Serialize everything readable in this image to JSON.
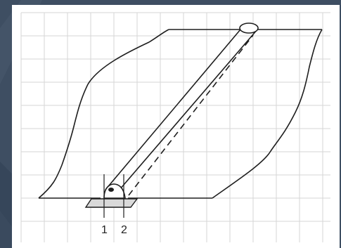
{
  "colors": {
    "slide_background": "#3e4e62",
    "slide_dark_stripe": "#36465a",
    "figure_background": "#ffffff",
    "grid_line": "#d6d6d6",
    "drawing_line": "#1e1e1e",
    "weld_fill": "#d9d9d9"
  },
  "figure": {
    "description_kind": "line-drawing",
    "callouts": [
      {
        "label": "1"
      },
      {
        "label": "2"
      }
    ]
  }
}
